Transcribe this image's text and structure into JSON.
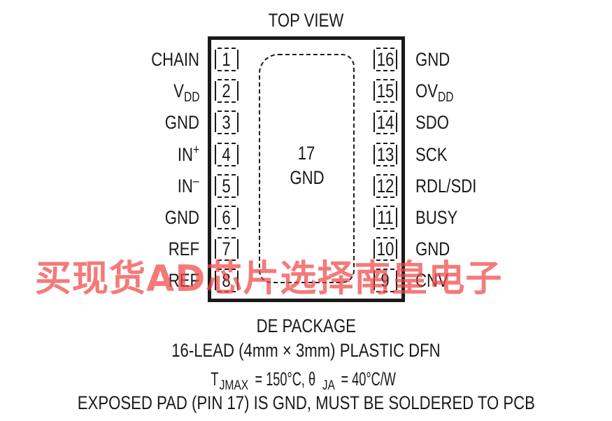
{
  "diagram": {
    "view_title": "TOP VIEW",
    "left_pins": [
      {
        "num": "1",
        "label": "CHAIN",
        "sub": "",
        "sup": ""
      },
      {
        "num": "2",
        "label": "V",
        "sub": "DD",
        "sup": ""
      },
      {
        "num": "3",
        "label": "GND",
        "sub": "",
        "sup": ""
      },
      {
        "num": "4",
        "label": "IN",
        "sub": "",
        "sup": "+"
      },
      {
        "num": "5",
        "label": "IN",
        "sub": "",
        "sup": "–"
      },
      {
        "num": "6",
        "label": "GND",
        "sub": "",
        "sup": ""
      },
      {
        "num": "7",
        "label": "REF",
        "sub": "",
        "sup": ""
      },
      {
        "num": "8",
        "label": "REF",
        "sub": "",
        "sup": ""
      }
    ],
    "right_pins": [
      {
        "num": "16",
        "label": "GND",
        "sub": ""
      },
      {
        "num": "15",
        "label": "OV",
        "sub": "DD"
      },
      {
        "num": "14",
        "label": "SDO",
        "sub": ""
      },
      {
        "num": "13",
        "label": "SCK",
        "sub": ""
      },
      {
        "num": "12",
        "label": "RDL/SDI",
        "sub": ""
      },
      {
        "num": "11",
        "label": "BUSY",
        "sub": ""
      },
      {
        "num": "10",
        "label": "GND",
        "sub": ""
      },
      {
        "num": "9",
        "label": "CNV",
        "sub": ""
      }
    ],
    "pad_number": "17",
    "pad_label": "GND",
    "package_name": "DE PACKAGE",
    "package_desc": "16-LEAD (4mm × 3mm) PLASTIC DFN",
    "thermal": {
      "tj_prefix": "T",
      "tj_sub": "JMAX",
      "tj_value": " = 150°C, θ",
      "ja_sub": "JA",
      "ja_value": " = 40°C/W"
    },
    "exposed_pad_note": "EXPOSED PAD (PIN 17) IS GND, MUST BE SOLDERED TO PCB"
  },
  "watermark": "买现货AD芯片选择南皇电子"
}
